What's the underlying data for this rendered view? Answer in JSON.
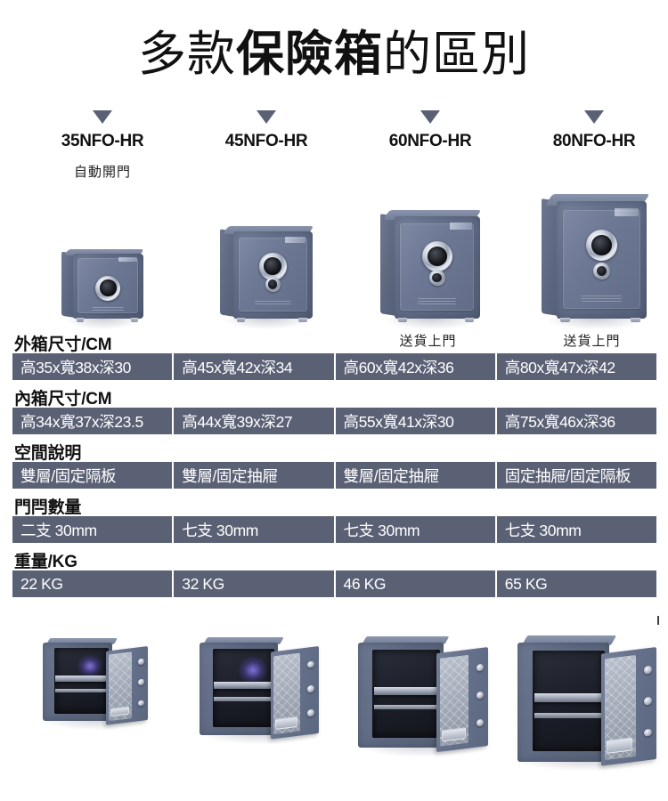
{
  "header": {
    "title_light_1": "多款",
    "title_bold": "保險箱",
    "title_light_2": "的區別"
  },
  "columns": [
    {
      "model": "35NFO-HR",
      "badge": "自動開門",
      "delivery_note": "",
      "outer_size": "高35x寬38x深30",
      "inner_size": "高34x寬37x深23.5",
      "space": "雙層/固定隔板",
      "bolts": "二支 30mm",
      "weight": "22 KG"
    },
    {
      "model": "45NFO-HR",
      "badge": "",
      "delivery_note": "",
      "outer_size": "高45x寬42x深34",
      "inner_size": "高44x寬39x深27",
      "space": "雙層/固定抽屜",
      "bolts": "七支 30mm",
      "weight": "32 KG"
    },
    {
      "model": "60NFO-HR",
      "badge": "",
      "delivery_note": "送貨上門",
      "outer_size": "高60x寬42x深36",
      "inner_size": "高55x寬41x深30",
      "space": "雙層/固定抽屜",
      "bolts": "七支 30mm",
      "weight": "46 KG"
    },
    {
      "model": "80NFO-HR",
      "badge": "",
      "delivery_note": "送貨上門",
      "outer_size": "高80x寬47x深42",
      "inner_size": "高75x寬46x深36",
      "space": "固定抽屜/固定隔板",
      "bolts": "七支 30mm",
      "weight": "65 KG"
    }
  ],
  "spec_rows": [
    {
      "label": "外箱尺寸/CM",
      "key": "outer_size"
    },
    {
      "label": "內箱尺寸/CM",
      "key": "inner_size"
    },
    {
      "label": "空間說明",
      "key": "space"
    },
    {
      "label": "門閂數量",
      "key": "bolts"
    },
    {
      "label": "重量/KG",
      "key": "weight"
    }
  ],
  "colors": {
    "accent_slate": "#5b6175",
    "cell_text": "#ffffff",
    "title_text": "#111111",
    "safe_body": "#666f88",
    "interior_glow": "#8f7dff"
  }
}
